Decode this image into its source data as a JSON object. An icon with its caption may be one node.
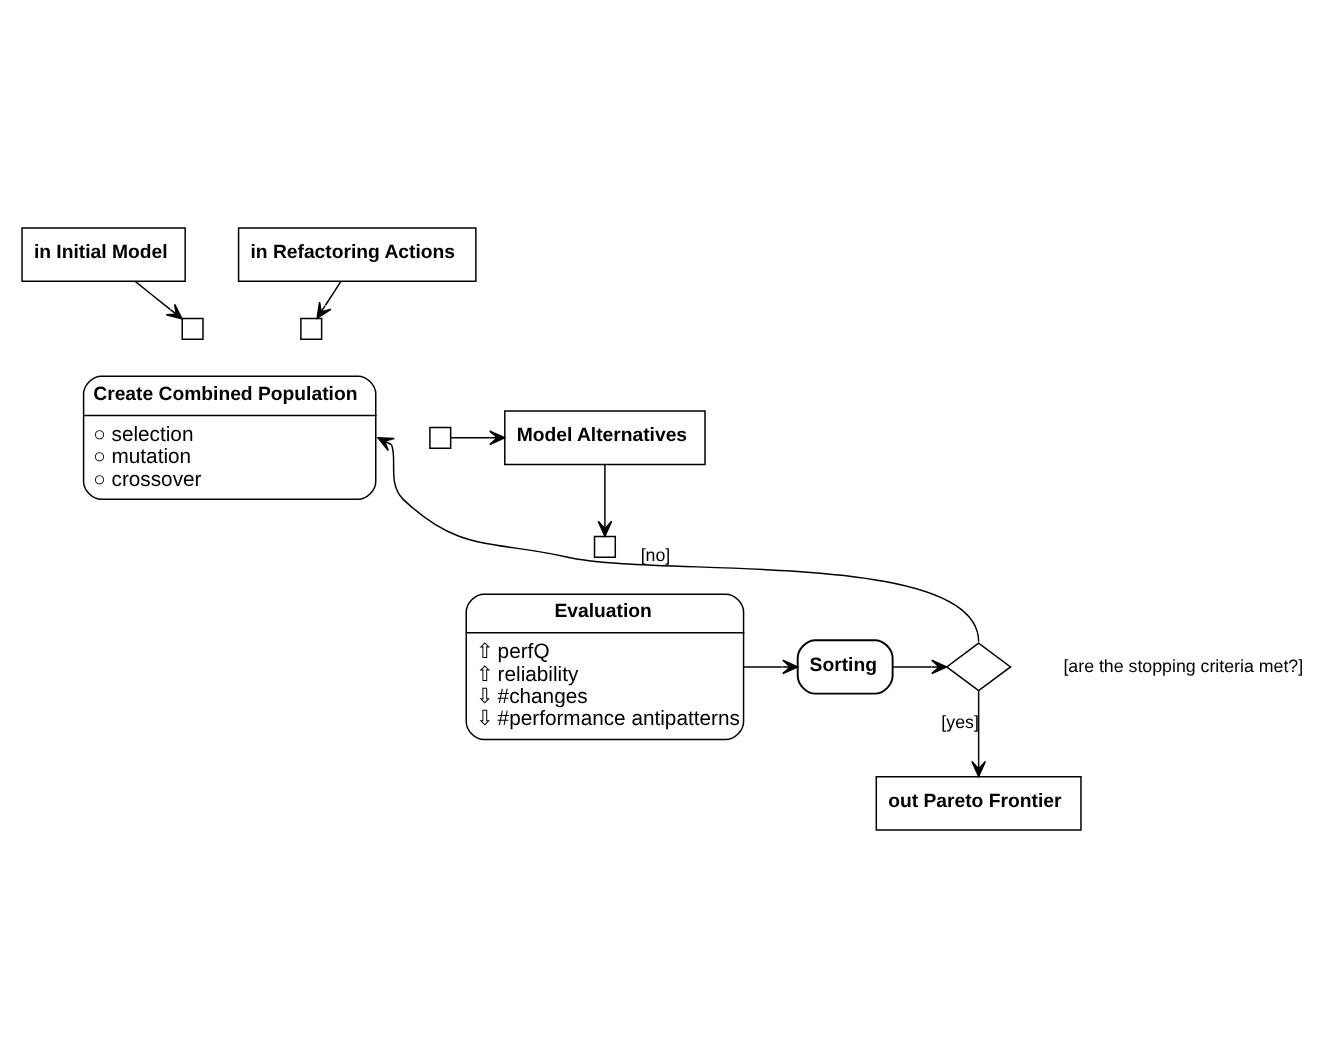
{
  "diagram": {
    "nodes": [
      {
        "text": [
          "in Initial Model"
        ]
      },
      {
        "text": [
          "in Refactoring Actions"
        ]
      },
      {
        "text": [],
        "shape": "box"
      },
      {
        "text": [],
        "shape": "box"
      },
      {
        "text": [
          "Create Combined Population",
          "○ selection",
          "○ mutation",
          "○ crossover"
        ]
      },
      {
        "text": [],
        "shape": "box"
      },
      {
        "text": [
          "Model Alternatives"
        ]
      },
      {
        "text": [],
        "shape": "box"
      },
      {
        "text": [
          "Evaluation",
          "⇧ perfQ",
          "⇧ reliability",
          "⇩ #changes",
          "⇩ #performance antipatterns"
        ]
      },
      {
        "text": [
          "Sorting"
        ]
      },
      {
        "text": [],
        "shape": "diamond",
        "beside": [
          "[are the stopping criteria met?]"
        ]
      },
      {
        "text": [
          "out Pareto Frontier"
        ]
      }
    ],
    "edges": [
      {
        "from": 0,
        "to": 2,
        "arrow": "to"
      },
      {
        "from": 1,
        "to": 3,
        "arrow": "to"
      },
      {
        "from": 5,
        "to": 6,
        "arrow": "to"
      },
      {
        "from": 6,
        "to": 7,
        "arrow": "to"
      },
      {
        "from": 8,
        "to": 9,
        "arrow": "to"
      },
      {
        "from": 9,
        "to": 10,
        "arrow": "to"
      },
      {
        "from": 10,
        "to": 4,
        "label": "[no]",
        "arrow": "to"
      },
      {
        "from": 10,
        "to": 11,
        "label": "[yes]",
        "arrow": "to"
      }
    ]
  }
}
